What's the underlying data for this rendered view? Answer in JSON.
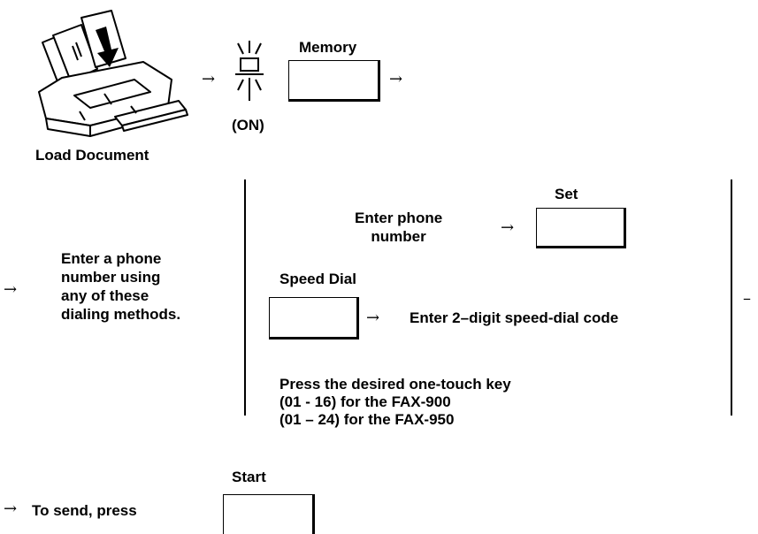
{
  "step1": {
    "load_label": "Load Document",
    "arrow": "→",
    "on_label": "(ON)",
    "memory_label": "Memory",
    "arrow_after_memory": "→"
  },
  "step2": {
    "arrow_in": "→",
    "intro_lines": [
      "Enter a phone",
      "number using",
      "any of  these",
      "dialing methods."
    ],
    "method_set": {
      "lines": [
        "Enter phone",
        "number"
      ],
      "arrow": "→",
      "key_label": "Set"
    },
    "method_speed": {
      "key_label": "Speed Dial",
      "arrow": "→",
      "text": "Enter 2–digit speed-dial code"
    },
    "method_onetouch": {
      "lines": [
        "Press the desired one-touch key",
        "(01 - 16) for the FAX-900",
        "(01 – 24) for the FAX-950"
      ]
    },
    "dash_right": "–"
  },
  "step3": {
    "arrow": "→",
    "text": "To send, press",
    "key_label": "Start"
  },
  "colors": {
    "ink": "#000000",
    "paper": "#ffffff"
  }
}
